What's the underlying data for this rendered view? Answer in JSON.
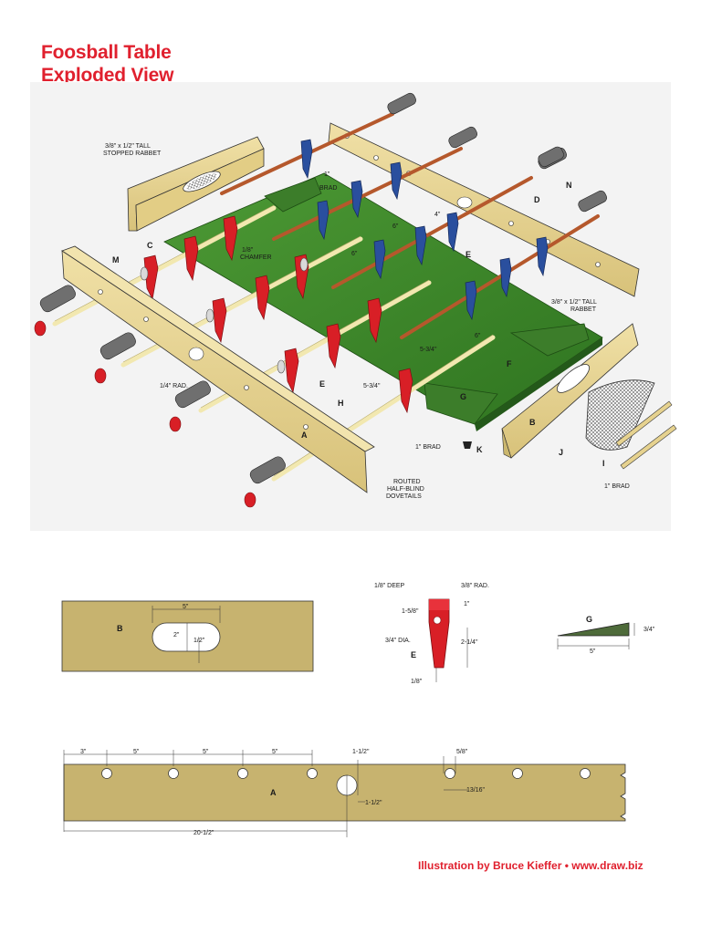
{
  "title": {
    "line1": "Foosball Table",
    "line2": "Exploded View"
  },
  "credit": "Illustration by Bruce Kieffer • www.draw.biz",
  "colors": {
    "title_red": "#e0202e",
    "wood": "#e6d28f",
    "field_green": "#3f8a2a",
    "man_red": "#d81f26",
    "man_blue": "#2a4f9e",
    "handle_gray": "#6f6f6f",
    "rod_copper": "#c56a3a"
  },
  "exploded_view": {
    "callouts": {
      "stopped_rabbet_left": [
        "3/8\" x 1/2\" TALL",
        "STOPPED RABBET"
      ],
      "rabbet_right": [
        "3/8\" x 1/2\" TALL",
        "RABBET"
      ],
      "brad_top": [
        "1\"",
        "BRAD"
      ],
      "chamfer": [
        "1/8\"",
        "CHAMFER"
      ],
      "radius": "1/4\" RAD.",
      "dim_6_a": "6\"",
      "dim_6_b": "6\"",
      "dim_4": "4\"",
      "dim_6_c": "6\"",
      "dim_534_a": "5-3/4\"",
      "dim_534_b": "5-3/4\"",
      "brad_bottom": "1\" BRAD",
      "brad_right": "1\" BRAD",
      "dovetails": [
        "ROUTED",
        "HALF-BLIND",
        "DOVETAILS"
      ]
    },
    "parts": {
      "A": "A",
      "B": "B",
      "C": "C",
      "D": "D",
      "E1": "E",
      "E2": "E",
      "F": "F",
      "G": "G",
      "H": "H",
      "I": "I",
      "J": "J",
      "K": "K",
      "M": "M",
      "N": "N"
    }
  },
  "detail_b": {
    "letter": "B",
    "dim_width": "5\"",
    "dim_height": "2\"",
    "dim_radius": "1/2\""
  },
  "detail_e": {
    "letter": "E",
    "deep": "1/8\" DEEP",
    "rad": "3/8\" RAD.",
    "h1": "1-5/8\"",
    "h2": "1\"",
    "dia": "3/4\" DIA.",
    "h3": "2-1/4\"",
    "tip": "1/8\""
  },
  "detail_g": {
    "letter": "G",
    "height": "3/4\"",
    "length": "5\""
  },
  "detail_a": {
    "letter": "A",
    "dims": [
      "3\"",
      "5\"",
      "5\"",
      "5\""
    ],
    "hole_big": "1-1/2\"",
    "hole_big_offset": "1-1/2\"",
    "hole_small": "5/8\"",
    "hole_small_offset": "13/16\"",
    "center": "20-1/2\""
  }
}
